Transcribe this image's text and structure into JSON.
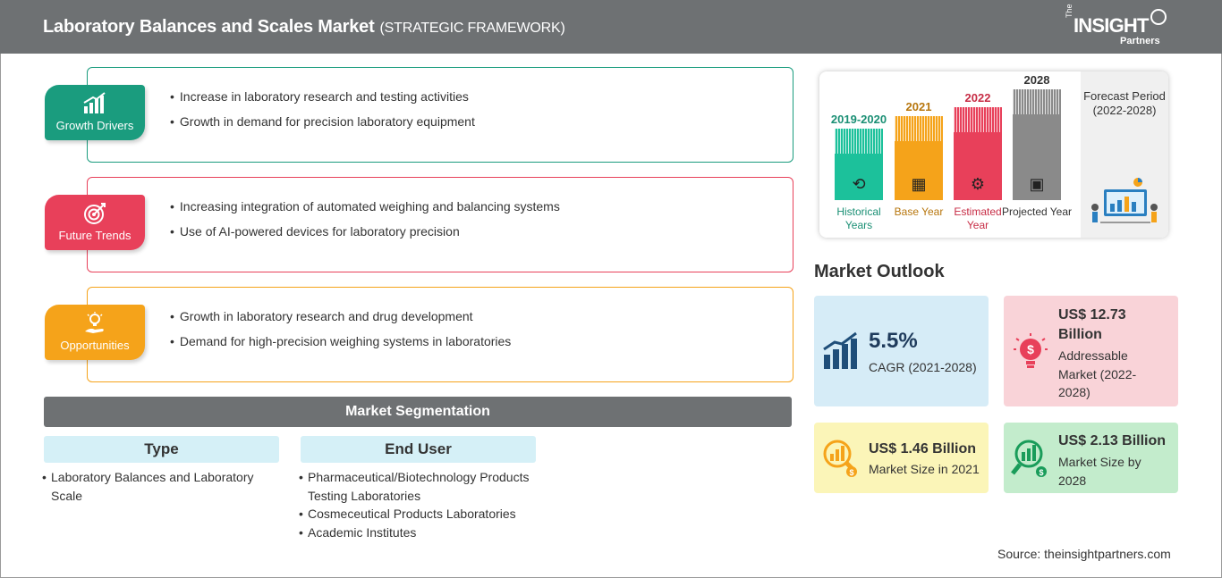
{
  "header": {
    "title": "Laboratory Balances and Scales Market",
    "subtitle": "(STRATEGIC FRAMEWORK)",
    "logo_the": "The",
    "logo_main": "INSIGHT",
    "logo_sub": "Partners"
  },
  "framework": [
    {
      "label": "Growth Drivers",
      "icon": "bar-chart-icon",
      "color": "#1a9c7e",
      "items": [
        "Increase in laboratory research and testing activities",
        "Growth in demand for precision laboratory equipment"
      ]
    },
    {
      "label": "Future Trends",
      "icon": "target-icon",
      "color": "#e8405a",
      "items": [
        "Increasing integration of automated weighing and balancing systems",
        "Use of AI-powered devices for laboratory precision"
      ]
    },
    {
      "label": "Opportunities",
      "icon": "lightbulb-hand-icon",
      "color": "#f5a31a",
      "items": [
        "Growth in laboratory research and drug development",
        "Demand for high-precision weighing systems in laboratories"
      ]
    }
  ],
  "segmentation": {
    "title": "Market Segmentation",
    "type_title": "Type",
    "type_items": [
      "Laboratory Balances and Laboratory Scale"
    ],
    "enduser_title": "End User",
    "enduser_items": [
      "Pharmaceutical/Biotechnology Products Testing Laboratories",
      "Cosmeceutical Products Laboratories",
      "Academic Institutes"
    ]
  },
  "timeline": {
    "columns": [
      {
        "year": "2019-2020",
        "label": "Historical Years",
        "color": "#1cc19b",
        "text_color": "#1a8f74",
        "icon": "history-icon"
      },
      {
        "year": "2021",
        "label": "Base Year",
        "color": "#f5a31a",
        "text_color": "#b7760d",
        "icon": "calendar-icon"
      },
      {
        "year": "2022",
        "label": "Estimated Year",
        "color": "#e8405a",
        "text_color": "#c72c45",
        "icon": "estimate-icon"
      },
      {
        "year": "2028",
        "label": "Projected Year",
        "color": "#8a8a8a",
        "text_color": "#333333",
        "icon": "projection-icon"
      }
    ],
    "forecast_label": "Forecast Period (2022-2028)"
  },
  "outlook": {
    "title": "Market Outlook",
    "cagr_value": "5.5%",
    "cagr_label": "CAGR (2021-2028)",
    "addressable_value": "US$ 12.73 Billion",
    "addressable_label": "Addressable Market (2022-2028)",
    "size2021_value": "US$ 1.46 Billion",
    "size2021_label": "Market Size in 2021",
    "size2028_value": "US$ 2.13 Billion",
    "size2028_label": "Market Size by 2028"
  },
  "source": "Source: theinsightpartners.com"
}
